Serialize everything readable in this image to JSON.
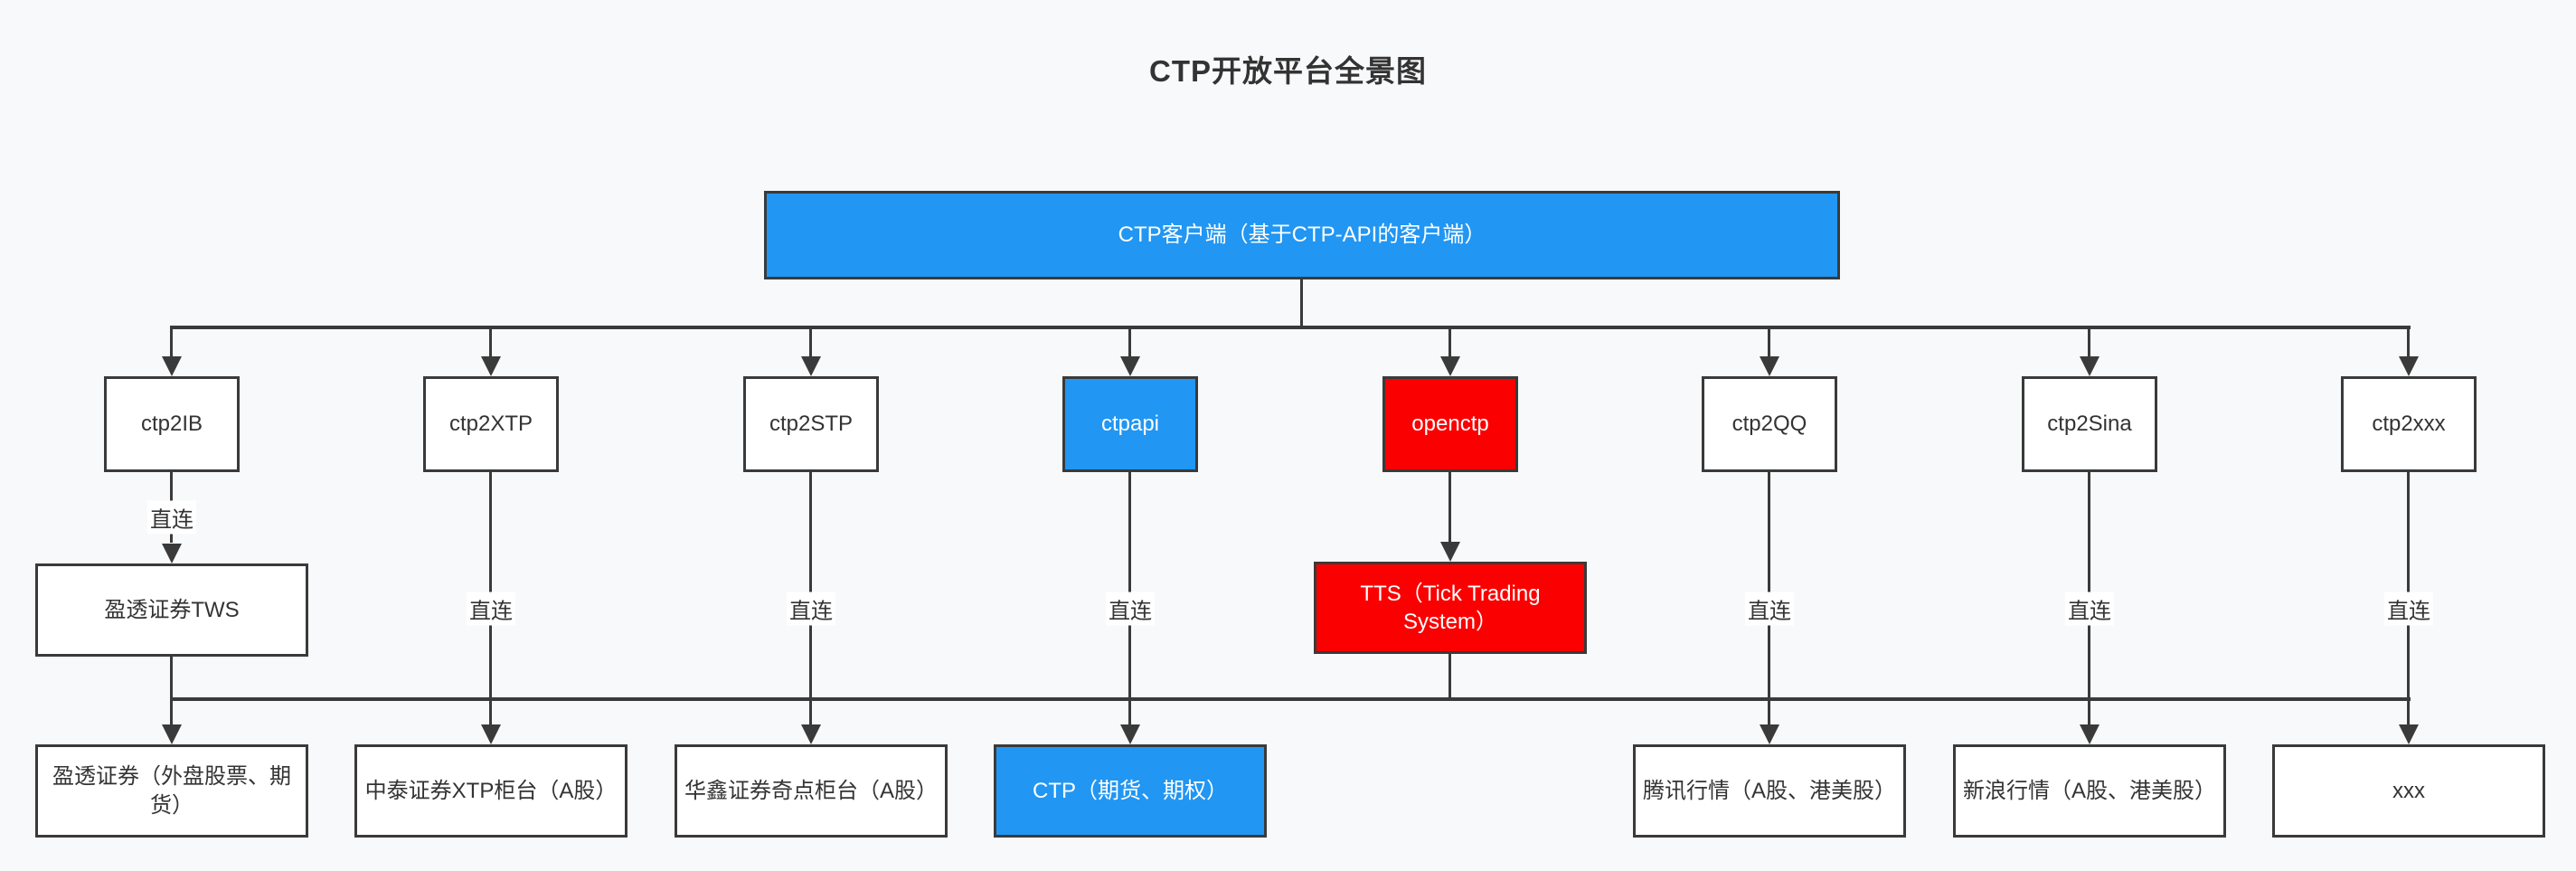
{
  "title": "CTP开放平台全景图",
  "palette": {
    "blue": "#2196f3",
    "red": "#fb0000",
    "border": "#3a3a3a",
    "line": "#3a3a3a",
    "background": "#f8f9fa",
    "text": "#333333",
    "label_bg": "#ffffff"
  },
  "root": {
    "label": "CTP客户端（基于CTP-API的客户端）",
    "color": "blue"
  },
  "columns": [
    {
      "adapter": {
        "label": "ctp2IB",
        "color": "white"
      },
      "edge": "直连",
      "middle": {
        "label": "盈透证券TWS",
        "color": "white"
      },
      "backend": {
        "label": "盈透证券（外盘股票、期货）",
        "color": "white"
      }
    },
    {
      "adapter": {
        "label": "ctp2XTP",
        "color": "white"
      },
      "edge": "直连",
      "backend": {
        "label": "中泰证券XTP柜台（A股）",
        "color": "white"
      }
    },
    {
      "adapter": {
        "label": "ctp2STP",
        "color": "white"
      },
      "edge": "直连",
      "backend": {
        "label": "华鑫证券奇点柜台（A股）",
        "color": "white"
      }
    },
    {
      "adapter": {
        "label": "ctpapi",
        "color": "blue"
      },
      "edge": "直连",
      "backend": {
        "label": "CTP（期货、期权）",
        "color": "blue"
      }
    },
    {
      "adapter": {
        "label": "openctp",
        "color": "red"
      },
      "middle": {
        "label": "TTS（Tick Trading System）",
        "color": "red"
      }
    },
    {
      "adapter": {
        "label": "ctp2QQ",
        "color": "white"
      },
      "edge": "直连",
      "backend": {
        "label": "腾讯行情（A股、港美股）",
        "color": "white"
      }
    },
    {
      "adapter": {
        "label": "ctp2Sina",
        "color": "white"
      },
      "edge": "直连",
      "backend": {
        "label": "新浪行情（A股、港美股）",
        "color": "white"
      }
    },
    {
      "adapter": {
        "label": "ctp2xxx",
        "color": "white"
      },
      "edge": "直连",
      "backend": {
        "label": "xxx",
        "color": "white"
      }
    }
  ]
}
